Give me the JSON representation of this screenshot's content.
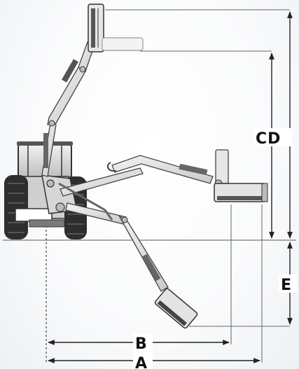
{
  "dimensions": {
    "cd": "CD",
    "e": "E",
    "b": "B",
    "a": "A"
  },
  "colors": {
    "line": "#555555",
    "arm_fill": "#e4e4e4",
    "arm_stroke": "#444444",
    "tractor_dark": "#3a3a3a",
    "tractor_light": "#d8d8d8",
    "label": "#111111"
  }
}
